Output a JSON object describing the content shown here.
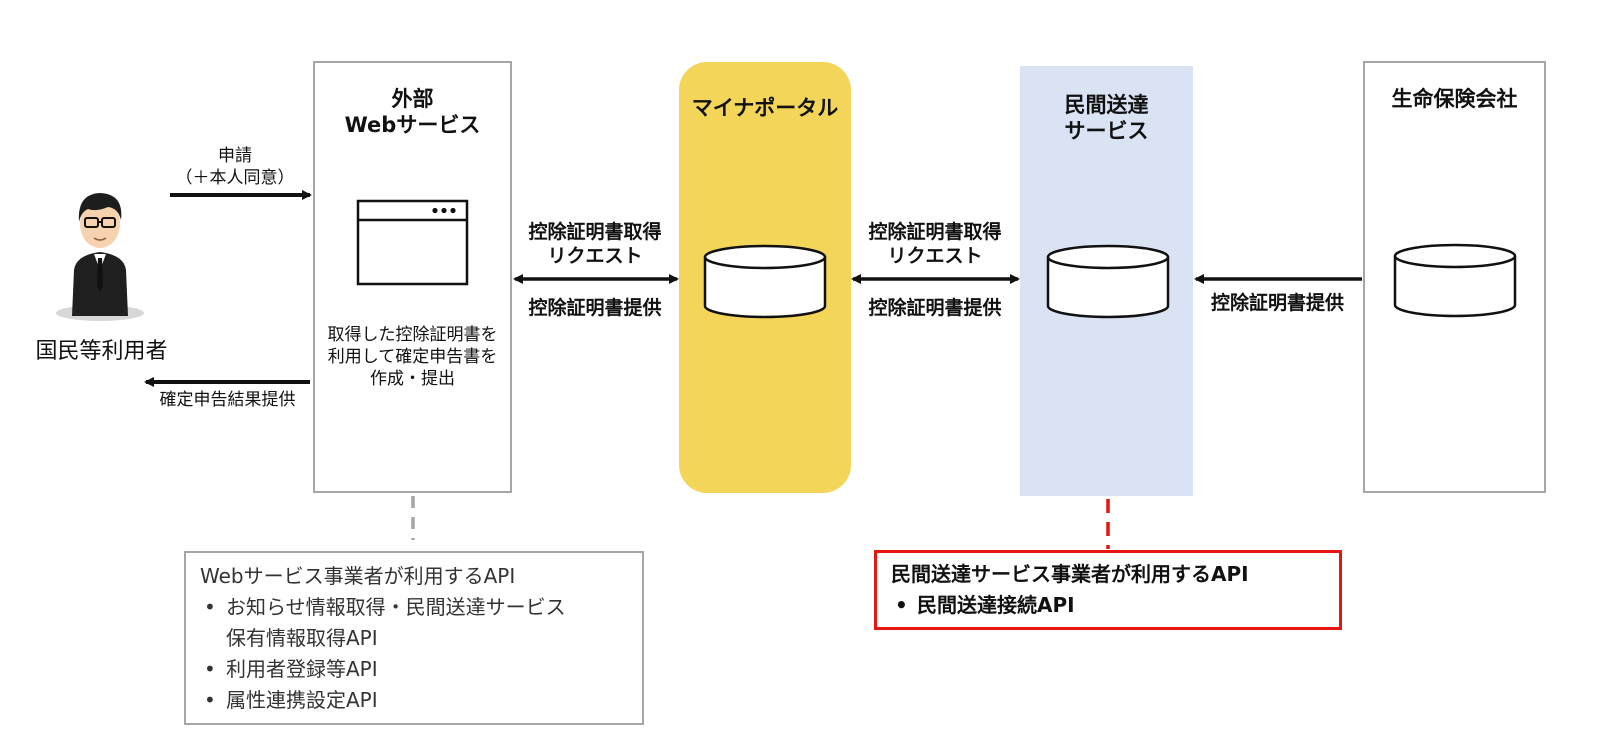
{
  "user": {
    "label": "国民等利用者"
  },
  "arrows": {
    "apply": "申請\n（＋本人同意）",
    "result": "確定申告結果提供",
    "request_left": "控除証明書取得\nリクエスト",
    "provide_left": "控除証明書提供",
    "request_right": "控除証明書取得\nリクエスト",
    "provide_right": "控除証明書提供",
    "provide_insurer": "控除証明書提供"
  },
  "web_service": {
    "title": "外部\nWebサービス",
    "description": "取得した控除証明書を\n利用して確定申告書を\n作成・提出"
  },
  "myna_portal": {
    "title": "マイナポータル"
  },
  "private_delivery": {
    "title": "民間送達\nサービス"
  },
  "insurer": {
    "title": "生命保険会社"
  },
  "web_api_box": {
    "heading": "Webサービス事業者が利用するAPI",
    "items": [
      "お知らせ情報取得・民間送達サービス\n保有情報取得API",
      "利用者登録等API",
      "属性連携設定API"
    ]
  },
  "delivery_api_box": {
    "heading": "民間送達サービス事業者が利用するAPI",
    "items": [
      "民間送達接続API"
    ]
  },
  "colors": {
    "portal": "#f3d55a",
    "delivery": "#dae3f3",
    "border": "#a6a6a6",
    "highlight": "#e8140f"
  }
}
